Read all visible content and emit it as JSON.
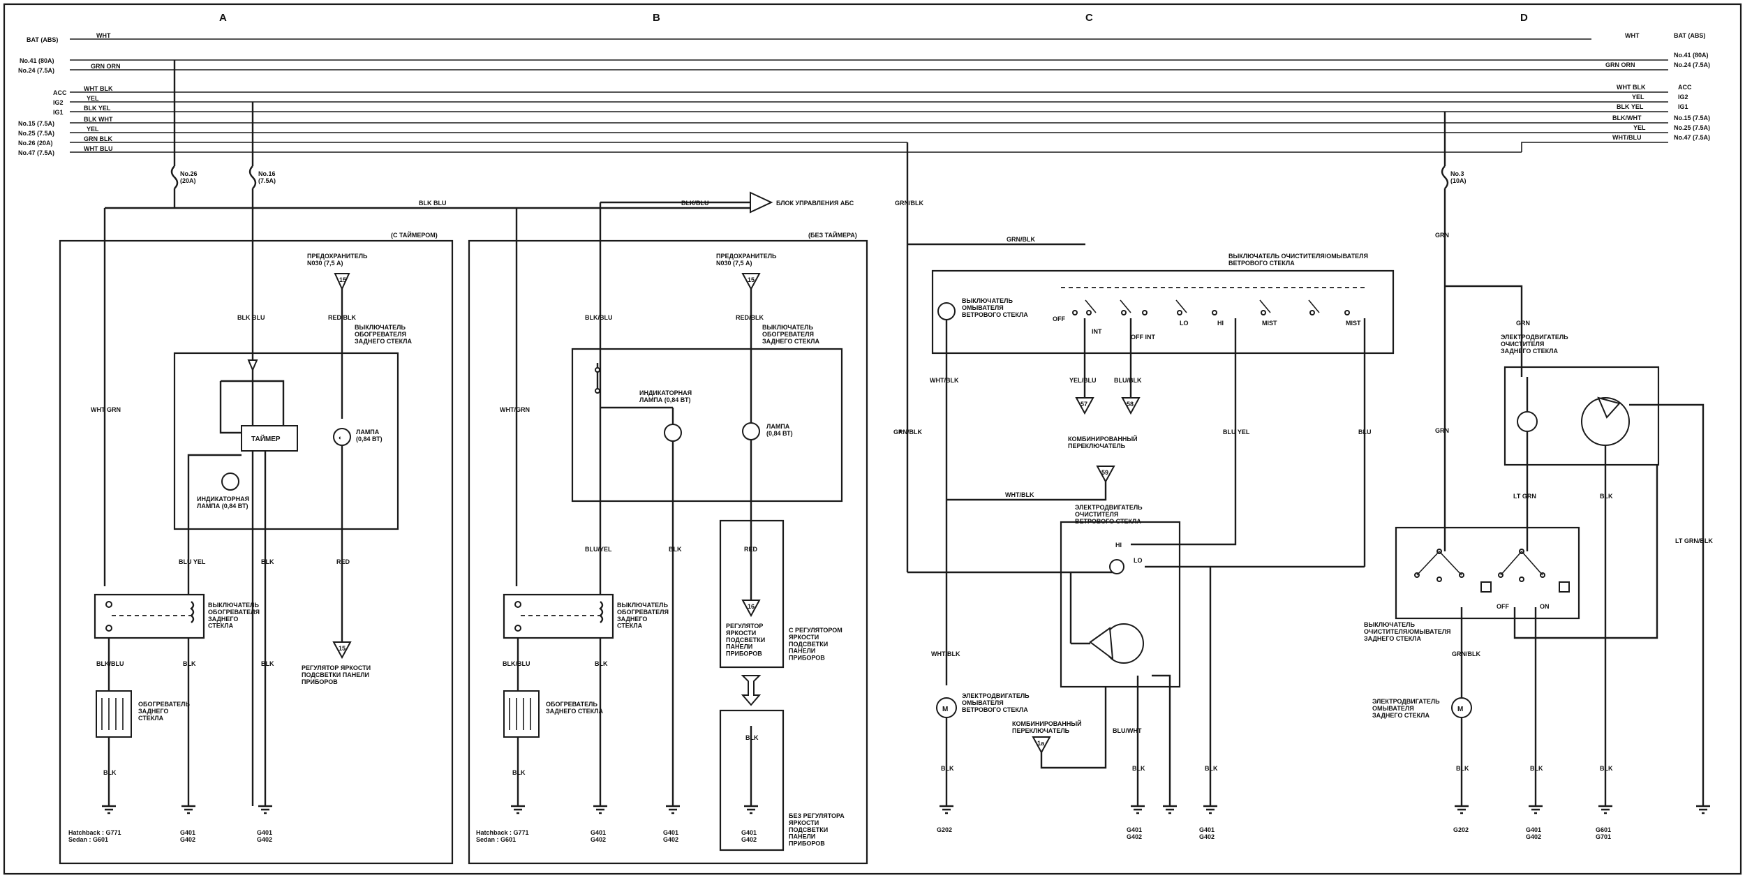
{
  "columns": [
    "A",
    "B",
    "C",
    "D"
  ],
  "left_sources": [
    "BAT (ABS)",
    "No.41 (80A)",
    "No.24 (7.5A)",
    "ACC",
    "IG2",
    "IG1",
    "No.15 (7.5A)",
    "No.25 (7.5A)",
    "No.26 (20A)",
    "No.47 (7.5A)"
  ],
  "left_wires": [
    "WHT",
    "",
    "GRN ORN",
    "WHT BLK",
    "YEL",
    "BLK YEL",
    "BLK WHT",
    "YEL",
    "GRN BLK",
    "WHT BLU"
  ],
  "right_sources": [
    "BAT (ABS)",
    "No.41 (80A)",
    "No.24 (7.5A)",
    "ACC",
    "IG2",
    "IG1",
    "No.15 (7.5A)",
    "No.25 (7.5A)",
    "No.47 (7.5A)"
  ],
  "right_wires": [
    "WHT",
    "",
    "GRN ORN",
    "WHT BLK",
    "YEL",
    "BLK YEL",
    "BLK/WHT",
    "YEL",
    "WHT/BLU"
  ],
  "fuses": {
    "no26": "No.26\n(20A)",
    "no16": "No.16\n(7.5A)",
    "no3": "No.3\n(10A)"
  },
  "bus": {
    "blk_blu": "BLK BLU",
    "blk_blu2": "BLK/BLU",
    "abs_unit": "БЛОК УПРАВЛЕНИЯ АБС",
    "grn_blk": "GRN/BLK",
    "grn_blk2": "GRN/BLK"
  },
  "sectionA": {
    "variant": "(С ТАЙМЕРОМ)",
    "fuse_note": "ПРЕДОХРАНИТЕЛЬ\nN030 (7,5 А)",
    "fuse_num": "15",
    "wire_blk_blu": "BLK BLU",
    "wire_red_blk": "RED/BLK",
    "switch_title": "ВЫКЛЮЧАТЕЛЬ\nОБОГРЕВАТЕЛЯ\nЗАДНЕГО СТЕКЛА",
    "timer": "ТАЙМЕР",
    "lamp": "ЛАМПА\n(0,84 ВТ)",
    "indicator": "ИНДИКАТОРНАЯ\nЛАМПА (0,84 ВТ)",
    "wht_grn": "WHT GRN",
    "blu_yel": "BLU YEL",
    "blk": "BLK",
    "red": "RED",
    "relay": "ВЫКЛЮЧАТЕЛЬ\nОБОГРЕВАТЕЛЯ\nЗАДНЕГО\nСТЕКЛА",
    "dimmer_num": "15",
    "dimmer": "РЕГУЛЯТОР ЯРКОСТИ\nПОДСВЕТКИ ПАНЕЛИ\nПРИБОРОВ",
    "blk_blu": "BLK/BLU",
    "defroster": "ОБОГРЕВАТЕЛЬ\nЗАДНЕГО\nСТЕКЛА",
    "blk2": "BLK",
    "blk3": "BLK",
    "blk4": "BLK",
    "g1": "Hatchback : G771\nSedan : G601",
    "g2": "G401\nG402",
    "g3": "G401\nG402"
  },
  "sectionB": {
    "variant": "(БЕЗ ТАЙМЕРА)",
    "fuse_note": "ПРЕДОХРАНИТЕЛЬ\nN030 (7,5 А)",
    "fuse_num": "15",
    "wire_blk_blu": "BLK/BLU",
    "wire_red_blk": "RED/BLK",
    "switch_title": "ВЫКЛЮЧАТЕЛЬ\nОБОГРЕВАТЕЛЯ\nЗАДНЕГО СТЕКЛА",
    "indicator": "ИНДИКАТОРНАЯ\nЛАМПА (0,84 ВТ)",
    "lamp": "ЛАМПА\n(0,84 ВТ)",
    "wht_grn": "WHT/GRN",
    "blu_yel": "BLU/YEL",
    "blk": "BLK",
    "red": "RED",
    "relay": "ВЫКЛЮЧАТЕЛЬ\nОБОГРЕВАТЕЛЯ\nЗАДНЕГО\nСТЕКЛА",
    "dimmer_num": "16",
    "dimmer": "РЕГУЛЯТОР\nЯРКОСТИ\nПОДСВЕТКИ\nПАНЕЛИ\nПРИБОРОВ",
    "with_dimmer": "С РЕГУЛЯТОРОМ\nЯРКОСТИ\nПОДСВЕТКИ\nПАНЕЛИ\nПРИБОРОВ",
    "blk_blu": "BLK/BLU",
    "defroster": "ОБОГРЕВАТЕЛЬ\nЗАДНЕГО СТЕКЛА",
    "blk2": "BLK",
    "blk3": "BLK",
    "blk4": "BLK",
    "without_dimmer": "БЕЗ РЕГУЛЯТОРА\nЯРКОСТИ\nПОДСВЕТКИ\nПАНЕЛИ\nПРИБОРОВ",
    "g1": "Hatchback : G771\nSedan : G601",
    "g2": "G401\nG402",
    "g3": "G401\nG402",
    "g4": "G401\nG402"
  },
  "sectionC": {
    "wiper_switch": "ВЫКЛЮЧАТЕЛЬ ОЧИСТИТЕЛЯ/ОМЫВАТЕЛЯ\nВЕТРОВОГО СТЕКЛА",
    "washer_switch": "ВЫКЛЮЧАТЕЛЬ\nОМЫВАТЕЛЯ\nВЕТРОВОГО СТЕКЛА",
    "pos_off": "OFF",
    "pos_int": "INT",
    "pos_offint": "OFF INT",
    "pos_lo": "LO",
    "pos_hi": "HI",
    "pos_mist": "MIST",
    "pos_mist2": "MIST",
    "wht_blk": "WHT/BLK",
    "yel_blu": "YEL/BLU",
    "blu_blk": "BLU/BLK",
    "grn_blk": "GRN/BLK",
    "blu_yel": "BLU YEL",
    "blu": "BLU",
    "combo_a": "57",
    "combo_b": "58",
    "combo_c": "59",
    "combo_switch": "КОМБИНИРОВАННЫЙ\nПЕРЕКЛЮЧАТЕЛЬ",
    "wht_blk2": "WHT/BLK",
    "motor": "ЭЛЕКТРОДВИГАТЕЛЬ\nОЧИСТИТЕЛЯ\nВЕТРОВОГО СТЕКЛА",
    "hi": "HI",
    "lo": "LO",
    "washer_motor": "ЭЛЕКТРОДВИГАТЕЛЬ\nОМЫВАТЕЛЯ\nВЕТРОВОГО СТЕКЛА",
    "wht_blk3": "WHT/BLK",
    "combo_switch2": "КОМБИНИРОВАННЫЙ\nПЕРЕКЛЮЧАТЕЛЬ",
    "combo_d": "1a",
    "blu_wht": "BLU/WHT",
    "blk": "BLK",
    "blk2": "BLK",
    "blk3": "BLK",
    "g1": "G202",
    "g2": "G401\nG402",
    "g3": "G401\nG402"
  },
  "sectionD": {
    "grn": "GRN",
    "grn2": "GRN",
    "grn3": "GRN",
    "rear_motor": "ЭЛЕКТРОДВИГАТЕЛЬ\nОЧИСТИТЕЛЯ\nЗАДНЕГО СТЕКЛА",
    "lt_grn": "LT GRN",
    "blk": "BLK",
    "lt_grn_blk": "LT GRN/BLK",
    "off": "OFF",
    "on": "ON",
    "rear_switch": "ВЫКЛЮЧАТЕЛЬ\nОЧИСТИТЕЛЯ/ОМЫВАТЕЛЯ\nЗАДНЕГО СТЕКЛА",
    "grn_blk": "GRN/BLK",
    "rear_washer": "ЭЛЕКТРОДВИГАТЕЛЬ\nОМЫВАТЕЛЯ\nЗАДНЕГО СТЕКЛА",
    "blk1": "BLK",
    "blk2": "BLK",
    "blk3": "BLK",
    "g1": "G202",
    "g2": "G401\nG402",
    "g3": "G601\nG701"
  }
}
